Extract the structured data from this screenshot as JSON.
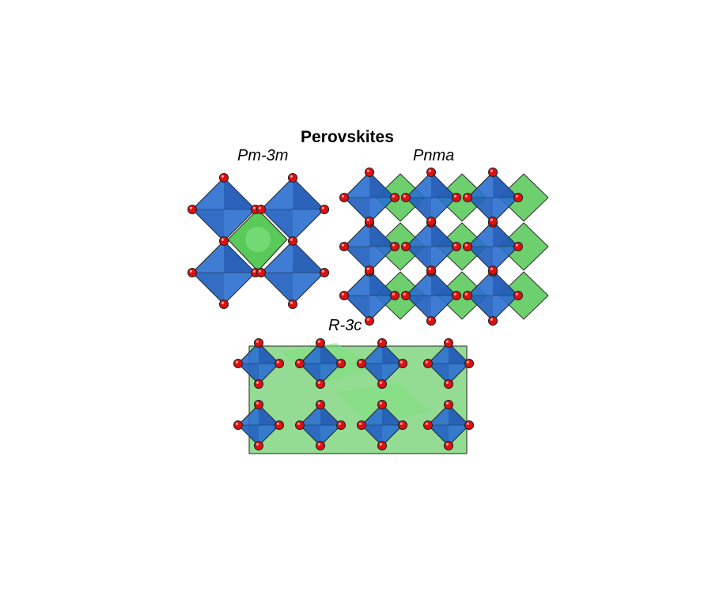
{
  "figure": {
    "title": "Perovskites",
    "structures": [
      {
        "id": "pm",
        "label": "Pm-3m"
      },
      {
        "id": "pnma",
        "label": "Pnma"
      },
      {
        "id": "r3c",
        "label": "R-3c"
      }
    ],
    "colors": {
      "blue_octahedron": "#2a6fd0",
      "blue_dark": "#1c4fa6",
      "green_polyhedron": "#3cbf3c",
      "green_light": "#7fe07f",
      "oxygen_atom": "#e01010",
      "outline": "#222222"
    }
  }
}
